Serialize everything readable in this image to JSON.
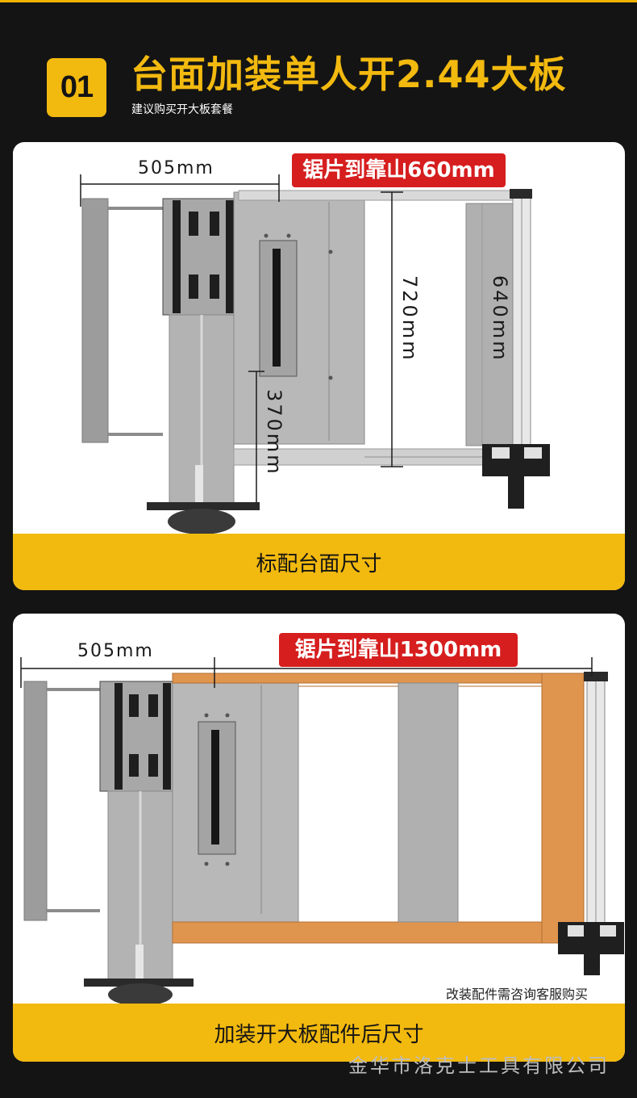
{
  "header": {
    "badge": "01",
    "title": "台面加装单人开2.44大板",
    "subtitle": "建议购买开大板套餐"
  },
  "panel1": {
    "width_dim": "505mm",
    "fence_dim": "锯片到靠山660mm",
    "depth_dim": "720mm",
    "rail_dim": "640mm",
    "front_dim": "370mm",
    "caption": "标配台面尺寸"
  },
  "panel2": {
    "width_dim": "505mm",
    "fence_dim": "锯片到靠山1300mm",
    "note": "改装配件需咨询客服购买",
    "caption": "加装开大板配件后尺寸"
  },
  "footer": {
    "company": "金华市洛克士工具有限公司"
  },
  "colors": {
    "accent": "#f2b90f",
    "highlight": "#d61e1e",
    "background": "#141414",
    "wood_panel": "#e0954f"
  }
}
